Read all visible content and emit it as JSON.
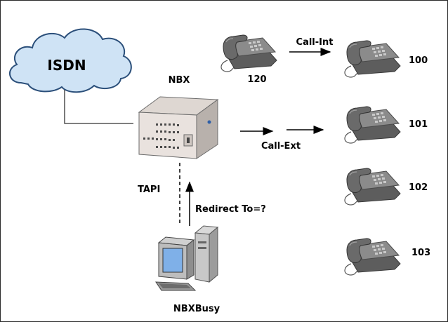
{
  "nodes": {
    "isdn": "ISDN",
    "nbx": "NBX",
    "nbxbusy": "NBXBusy",
    "phone_120": "120",
    "phone_100": "100",
    "phone_101": "101",
    "phone_102": "102",
    "phone_103": "103"
  },
  "edges": {
    "call_int": "Call-Int",
    "call_ext": "Call-Ext",
    "tapi": "TAPI",
    "redirect": "Redirect To=?"
  },
  "colors": {
    "cloud_fill": "#cfe3f5",
    "cloud_stroke": "#2b4f7a",
    "box_front": "#e9e2de",
    "box_top": "#ded7d2",
    "box_side": "#b8b1ac",
    "phone_body": "#6e6e6e",
    "screen": "#7fb0e8"
  }
}
